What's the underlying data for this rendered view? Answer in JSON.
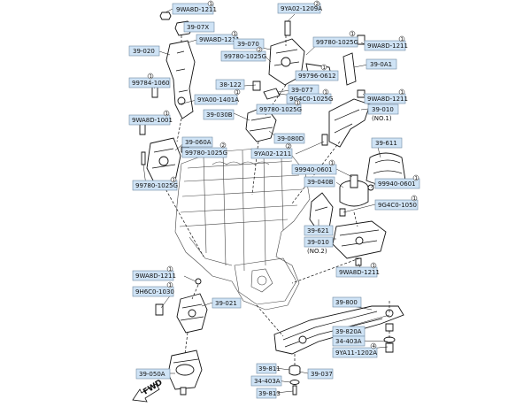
{
  "labels": [
    {
      "id": "l1",
      "text": "9WA8D-1211",
      "qty": "1"
    },
    {
      "id": "l2",
      "text": "39-07X",
      "qty": ""
    },
    {
      "id": "l3",
      "text": "9WA8D-1211",
      "qty": "1"
    },
    {
      "id": "l4",
      "text": "39-020",
      "qty": ""
    },
    {
      "id": "l5",
      "text": "39-070",
      "qty": ""
    },
    {
      "id": "l6",
      "text": "9YA02-1209A",
      "qty": "2"
    },
    {
      "id": "l7",
      "text": "99780-1025G",
      "qty": "1"
    },
    {
      "id": "l8",
      "text": "9WA8D-1211",
      "qty": "1"
    },
    {
      "id": "l9",
      "text": "99780-1025G",
      "qty": "2"
    },
    {
      "id": "l10",
      "text": "39-0A1",
      "qty": ""
    },
    {
      "id": "l11",
      "text": "99796-0612",
      "qty": "1"
    },
    {
      "id": "l12",
      "text": "99784-1060",
      "qty": "1"
    },
    {
      "id": "l13",
      "text": "38-122",
      "qty": ""
    },
    {
      "id": "l14",
      "text": "39-077",
      "qty": ""
    },
    {
      "id": "l15",
      "text": "9YA00-1401A",
      "qty": "1"
    },
    {
      "id": "l16",
      "text": "9G4C0-1025G",
      "qty": "1"
    },
    {
      "id": "l17",
      "text": "9WA8D-1211",
      "qty": "1"
    },
    {
      "id": "l18",
      "text": "39-030B",
      "qty": ""
    },
    {
      "id": "l19",
      "text": "99780-1025G",
      "qty": "1"
    },
    {
      "id": "l20",
      "text": "39-010",
      "qty": ""
    },
    {
      "id": "l21",
      "text": "(NO.1)",
      "qty": ""
    },
    {
      "id": "l22",
      "text": "9WA8D-1001",
      "qty": "1"
    },
    {
      "id": "l23",
      "text": "39-080D",
      "qty": ""
    },
    {
      "id": "l24",
      "text": "39-060A",
      "qty": ""
    },
    {
      "id": "l25",
      "text": "99780-1025G",
      "qty": "2"
    },
    {
      "id": "l26",
      "text": "9YA02-1211",
      "qty": "2"
    },
    {
      "id": "l27",
      "text": "39-611",
      "qty": ""
    },
    {
      "id": "l28",
      "text": "99940-0601",
      "qty": "1"
    },
    {
      "id": "l29",
      "text": "39-040B",
      "qty": ""
    },
    {
      "id": "l30",
      "text": "99780-1025G",
      "qty": "1"
    },
    {
      "id": "l31",
      "text": "99940-0601",
      "qty": "1"
    },
    {
      "id": "l32",
      "text": "9G4C0-1050",
      "qty": "1"
    },
    {
      "id": "l33",
      "text": "39-621",
      "qty": ""
    },
    {
      "id": "l34",
      "text": "39-010",
      "qty": ""
    },
    {
      "id": "l35",
      "text": "(NO.2)",
      "qty": ""
    },
    {
      "id": "l36",
      "text": "9WA8D-1211",
      "qty": "1"
    },
    {
      "id": "l37",
      "text": "9WA8D-1211",
      "qty": "1"
    },
    {
      "id": "l38",
      "text": "9H6C0-1030",
      "qty": "1"
    },
    {
      "id": "l39",
      "text": "39-021",
      "qty": ""
    },
    {
      "id": "l40",
      "text": "39-800",
      "qty": ""
    },
    {
      "id": "l41",
      "text": "39-820A",
      "qty": ""
    },
    {
      "id": "l42",
      "text": "34-403A",
      "qty": ""
    },
    {
      "id": "l43",
      "text": "9YA11-1202A",
      "qty": "4"
    },
    {
      "id": "l44",
      "text": "39-050A",
      "qty": ""
    },
    {
      "id": "l45",
      "text": "39-811",
      "qty": ""
    },
    {
      "id": "l46",
      "text": "34-403A",
      "qty": ""
    },
    {
      "id": "l47",
      "text": "39-037",
      "qty": ""
    },
    {
      "id": "l48",
      "text": "39-813",
      "qty": ""
    }
  ],
  "arrow_label": "FWD",
  "colors": {
    "label_fill": "#cfe3f5",
    "line": "#111111"
  }
}
